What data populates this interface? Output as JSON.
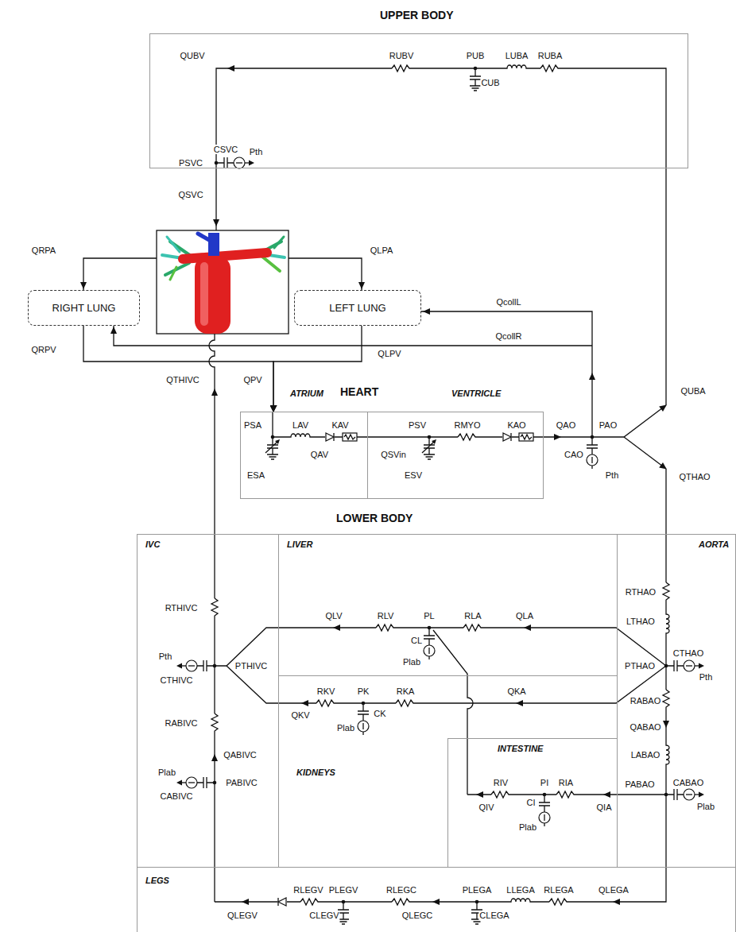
{
  "diagram": {
    "nodes": [
      {
        "text": [
          "UPPER BODY"
        ]
      },
      {
        "text": [
          "RIGHT LUNG"
        ]
      },
      {
        "text": [
          "LEFT LUNG"
        ]
      },
      {
        "text": [
          "HEART"
        ]
      },
      {
        "text": [
          "ATRIUM"
        ],
        "in": 3
      },
      {
        "text": [
          "VENTRICLE"
        ],
        "in": 3
      },
      {
        "text": [
          "LOWER BODY"
        ]
      },
      {
        "text": [
          "IVC"
        ],
        "in": 6
      },
      {
        "text": [
          "LIVER"
        ],
        "in": 6
      },
      {
        "text": [
          "AORTA"
        ],
        "in": 6
      },
      {
        "text": [
          "KIDNEYS"
        ],
        "in": 6
      },
      {
        "text": [
          "INTESTINE"
        ],
        "in": 10
      },
      {
        "text": [
          "LEGS"
        ],
        "in": 6
      }
    ],
    "edges": [
      {
        "from": 1,
        "to": 4,
        "arrow": "to"
      },
      {
        "from": 2,
        "to": 4,
        "arrow": "to"
      }
    ],
    "labels": [
      "QUBV",
      "RUBV",
      "PUB",
      "LUBA",
      "RUBA",
      "CUB",
      "CSVC",
      "Pth",
      "PSVC",
      "QSVC",
      "QRPA",
      "QLPA",
      "QcollL",
      "QcollR",
      "QRPV",
      "QLPV",
      "QTHIVC",
      "QPV",
      "PSA",
      "LAV",
      "KAV",
      "PSV",
      "RMYO",
      "KAO",
      "QAO",
      "PAO",
      "QAV",
      "QSVin",
      "ESA",
      "ESV",
      "CAO",
      "Pth",
      "QUBA",
      "QTHAO",
      "RTHIVC",
      "Pth",
      "CTHIVC",
      "PTHIVC",
      "RABIVC",
      "QABIVC",
      "Plab",
      "PABIVC",
      "CABIVC",
      "QLV",
      "RLV",
      "PL",
      "RLA",
      "QLA",
      "CL",
      "Plab",
      "RKV",
      "PK",
      "RKA",
      "QKA",
      "QKV",
      "CK",
      "Plab",
      "RIV",
      "PI",
      "RIA",
      "QIV",
      "CI",
      "QIA",
      "Plab",
      "RTHAO",
      "LTHAO",
      "CTHAO",
      "PTHAO",
      "Pth",
      "RABAO",
      "QABAO",
      "LABAO",
      "PABAO",
      "CABAO",
      "Plab",
      "RLEGV",
      "PLEGV",
      "RLEGC",
      "PLEGA",
      "LLEGA",
      "RLEGA",
      "QLEGA",
      "QLEGV",
      "CLEGV",
      "QLEGC",
      "CLEGA"
    ]
  }
}
